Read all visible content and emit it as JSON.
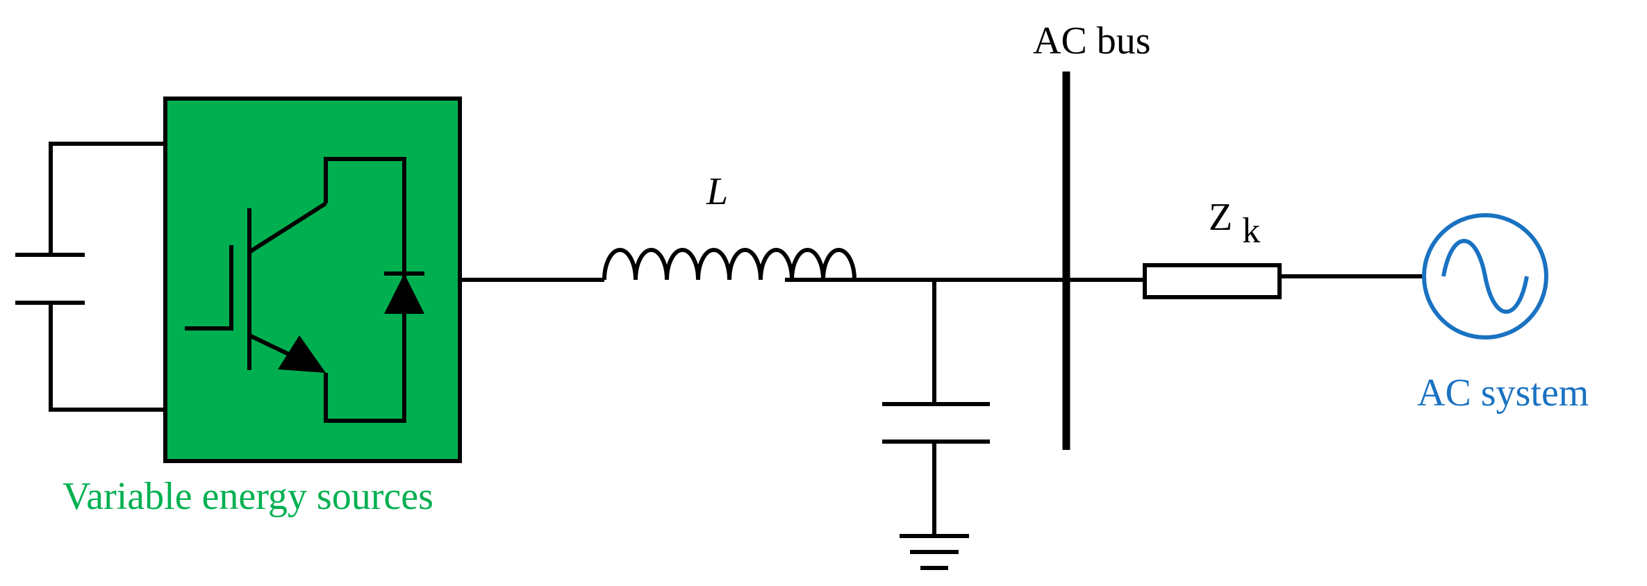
{
  "labels": {
    "ac_bus": "AC bus",
    "inductor": "L",
    "impedance_main": "Z",
    "impedance_sub": "k",
    "source": "Variable energy sources",
    "ac_system": "AC system"
  },
  "colors": {
    "wire": "#000000",
    "converter_fill": "#00B050",
    "source_label": "#00B050",
    "ac_system": "#1A72C2"
  }
}
